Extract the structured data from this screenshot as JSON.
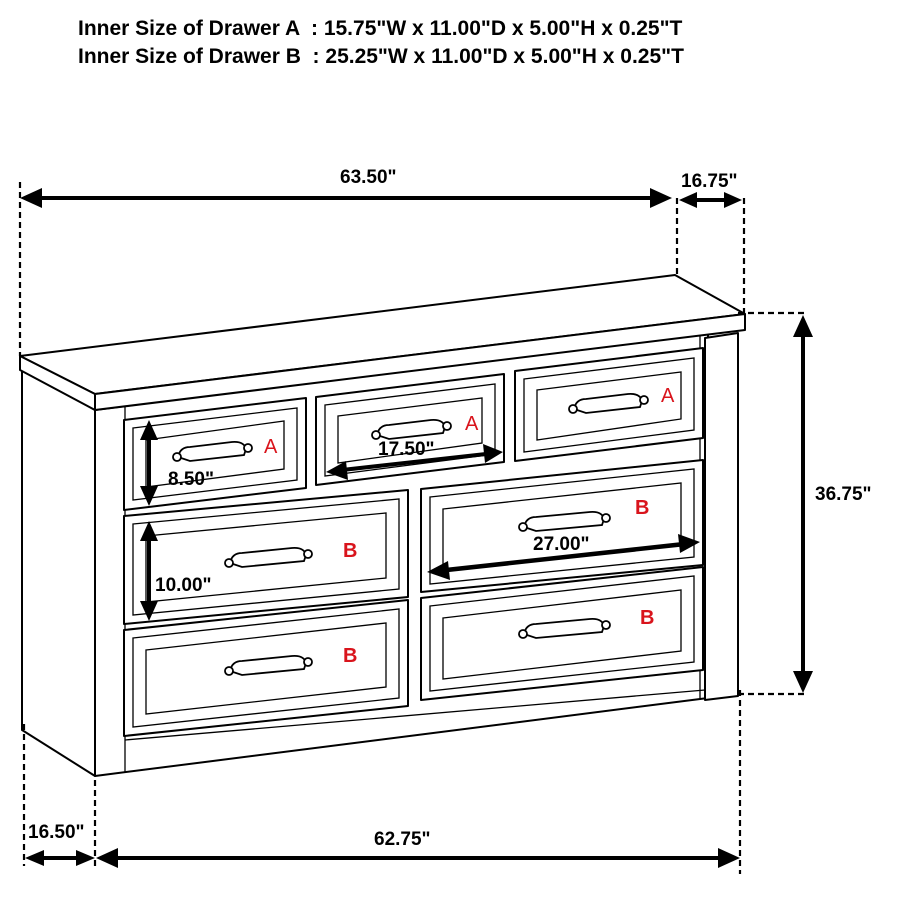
{
  "specs": {
    "line_a": "Inner Size of Drawer A  : 15.75\"W x 11.00\"D x 5.00\"H x 0.25\"T",
    "line_b": "Inner Size of Drawer B  : 25.25\"W x 11.00\"D x 5.00\"H x 0.25\"T"
  },
  "dimensions": {
    "overall_width": "63.50\"",
    "overall_depth": "16.75\"",
    "overall_height": "36.75\"",
    "base_width": "62.75\"",
    "base_depth": "16.50\"",
    "drawer_a_width": "17.50\"",
    "drawer_a_height": "8.50\"",
    "drawer_b_width": "27.00\"",
    "drawer_b_height": "10.00\""
  },
  "drawer_labels": {
    "top_left": "A",
    "top_middle": "A",
    "top_right": "A",
    "mid_left": "B",
    "mid_right": "B",
    "bottom_left": "B",
    "bottom_right": "B"
  },
  "colors": {
    "label_red": "#d9141c",
    "line": "#000000"
  }
}
